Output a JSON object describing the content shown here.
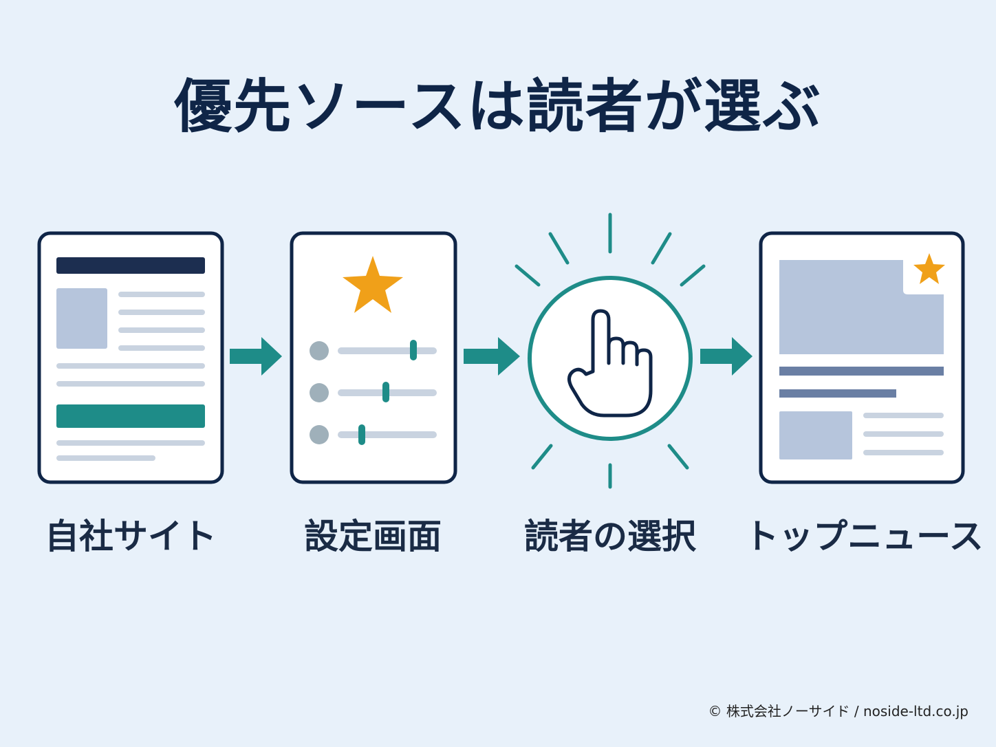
{
  "title": "優先ソースは読者が選ぶ",
  "steps": [
    {
      "label": "自社サイト",
      "icon": "website-document-icon"
    },
    {
      "label": "設定画面",
      "icon": "settings-sliders-icon"
    },
    {
      "label": "読者の選択",
      "icon": "hand-pointer-icon"
    },
    {
      "label": "トップニュース",
      "icon": "top-news-icon"
    }
  ],
  "copyright": "© 株式会社ノーサイド / noside-ltd.co.jp",
  "colors": {
    "background": "#e8f1fa",
    "navy": "#0f2547",
    "teal": "#1e8c88",
    "star": "#f0a019",
    "placeholder": "#b6c5dc",
    "line": "#c9d3e0"
  }
}
